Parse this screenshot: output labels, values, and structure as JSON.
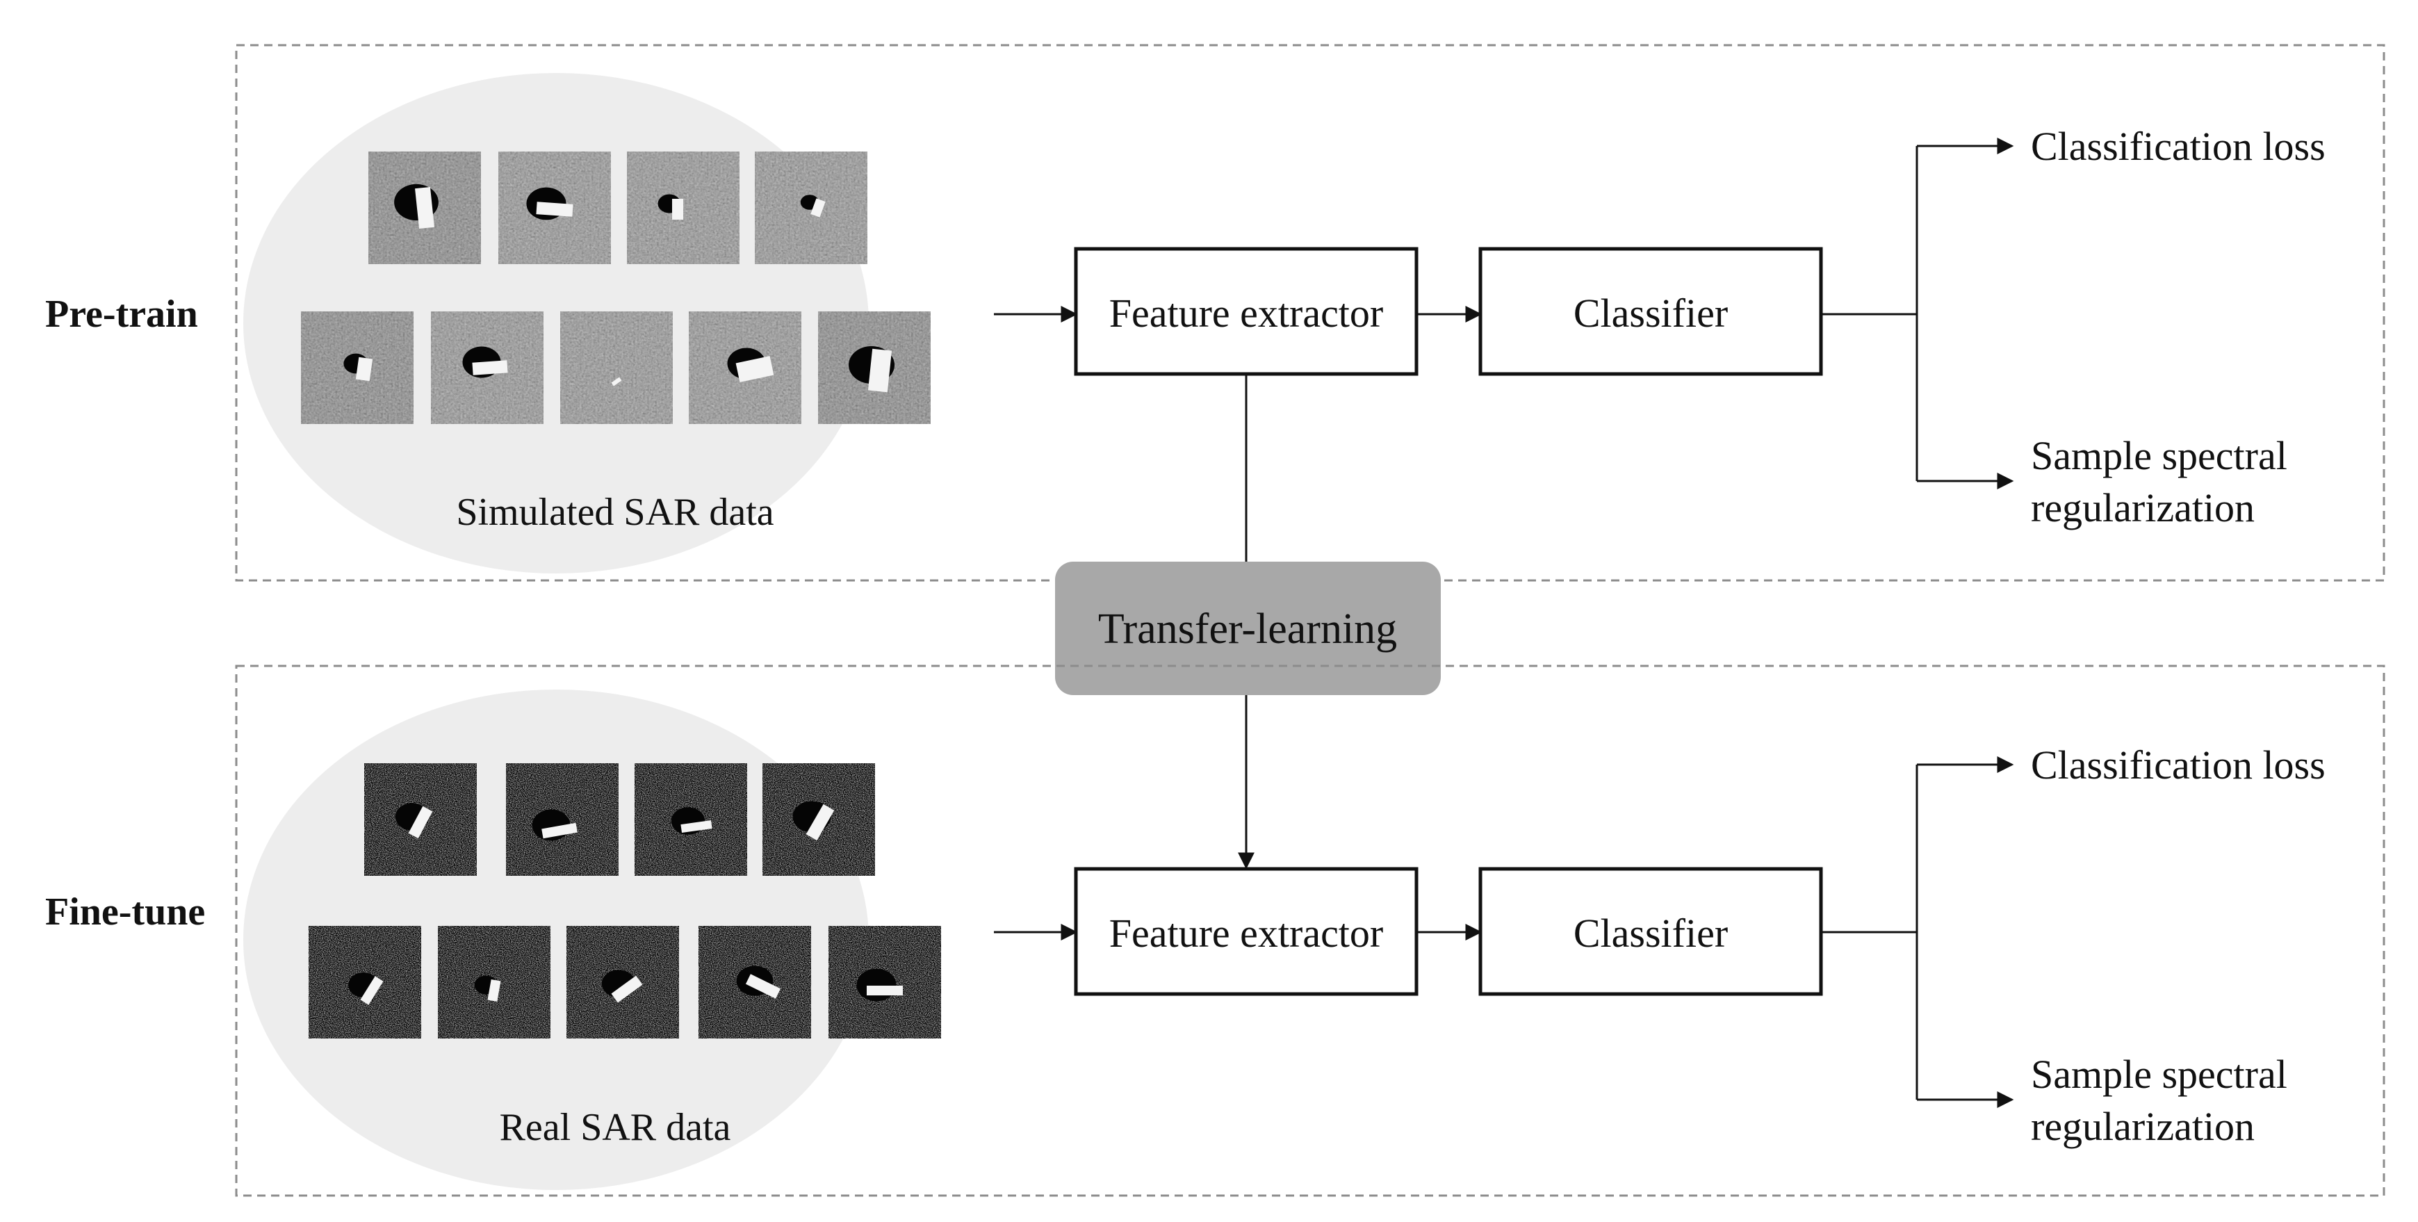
{
  "stages": {
    "pretrain": {
      "label": "Pre-train",
      "data_caption": "Simulated SAR data",
      "feature_extractor": "Feature extractor",
      "classifier": "Classifier",
      "output_1": "Classification loss",
      "output_2_line1": "Sample spectral",
      "output_2_line2": "regularization"
    },
    "finetune": {
      "label": "Fine-tune",
      "data_caption": "Real SAR data",
      "feature_extractor": "Feature extractor",
      "classifier": "Classifier",
      "output_1": "Classification loss",
      "output_2_line1": "Sample spectral",
      "output_2_line2": "regularization"
    }
  },
  "transfer": {
    "label": "Transfer-learning"
  },
  "colors": {
    "ellipse_fill": "#ededed",
    "transfer_fill": "#a8a8a8",
    "line": "#111111",
    "dashed_border": "#8c8c8c",
    "thumb_dark": "#101010",
    "thumb_mid": "#3a3a3a"
  },
  "icons": {
    "sar_thumbnail": "sar-chip-image-icon"
  }
}
